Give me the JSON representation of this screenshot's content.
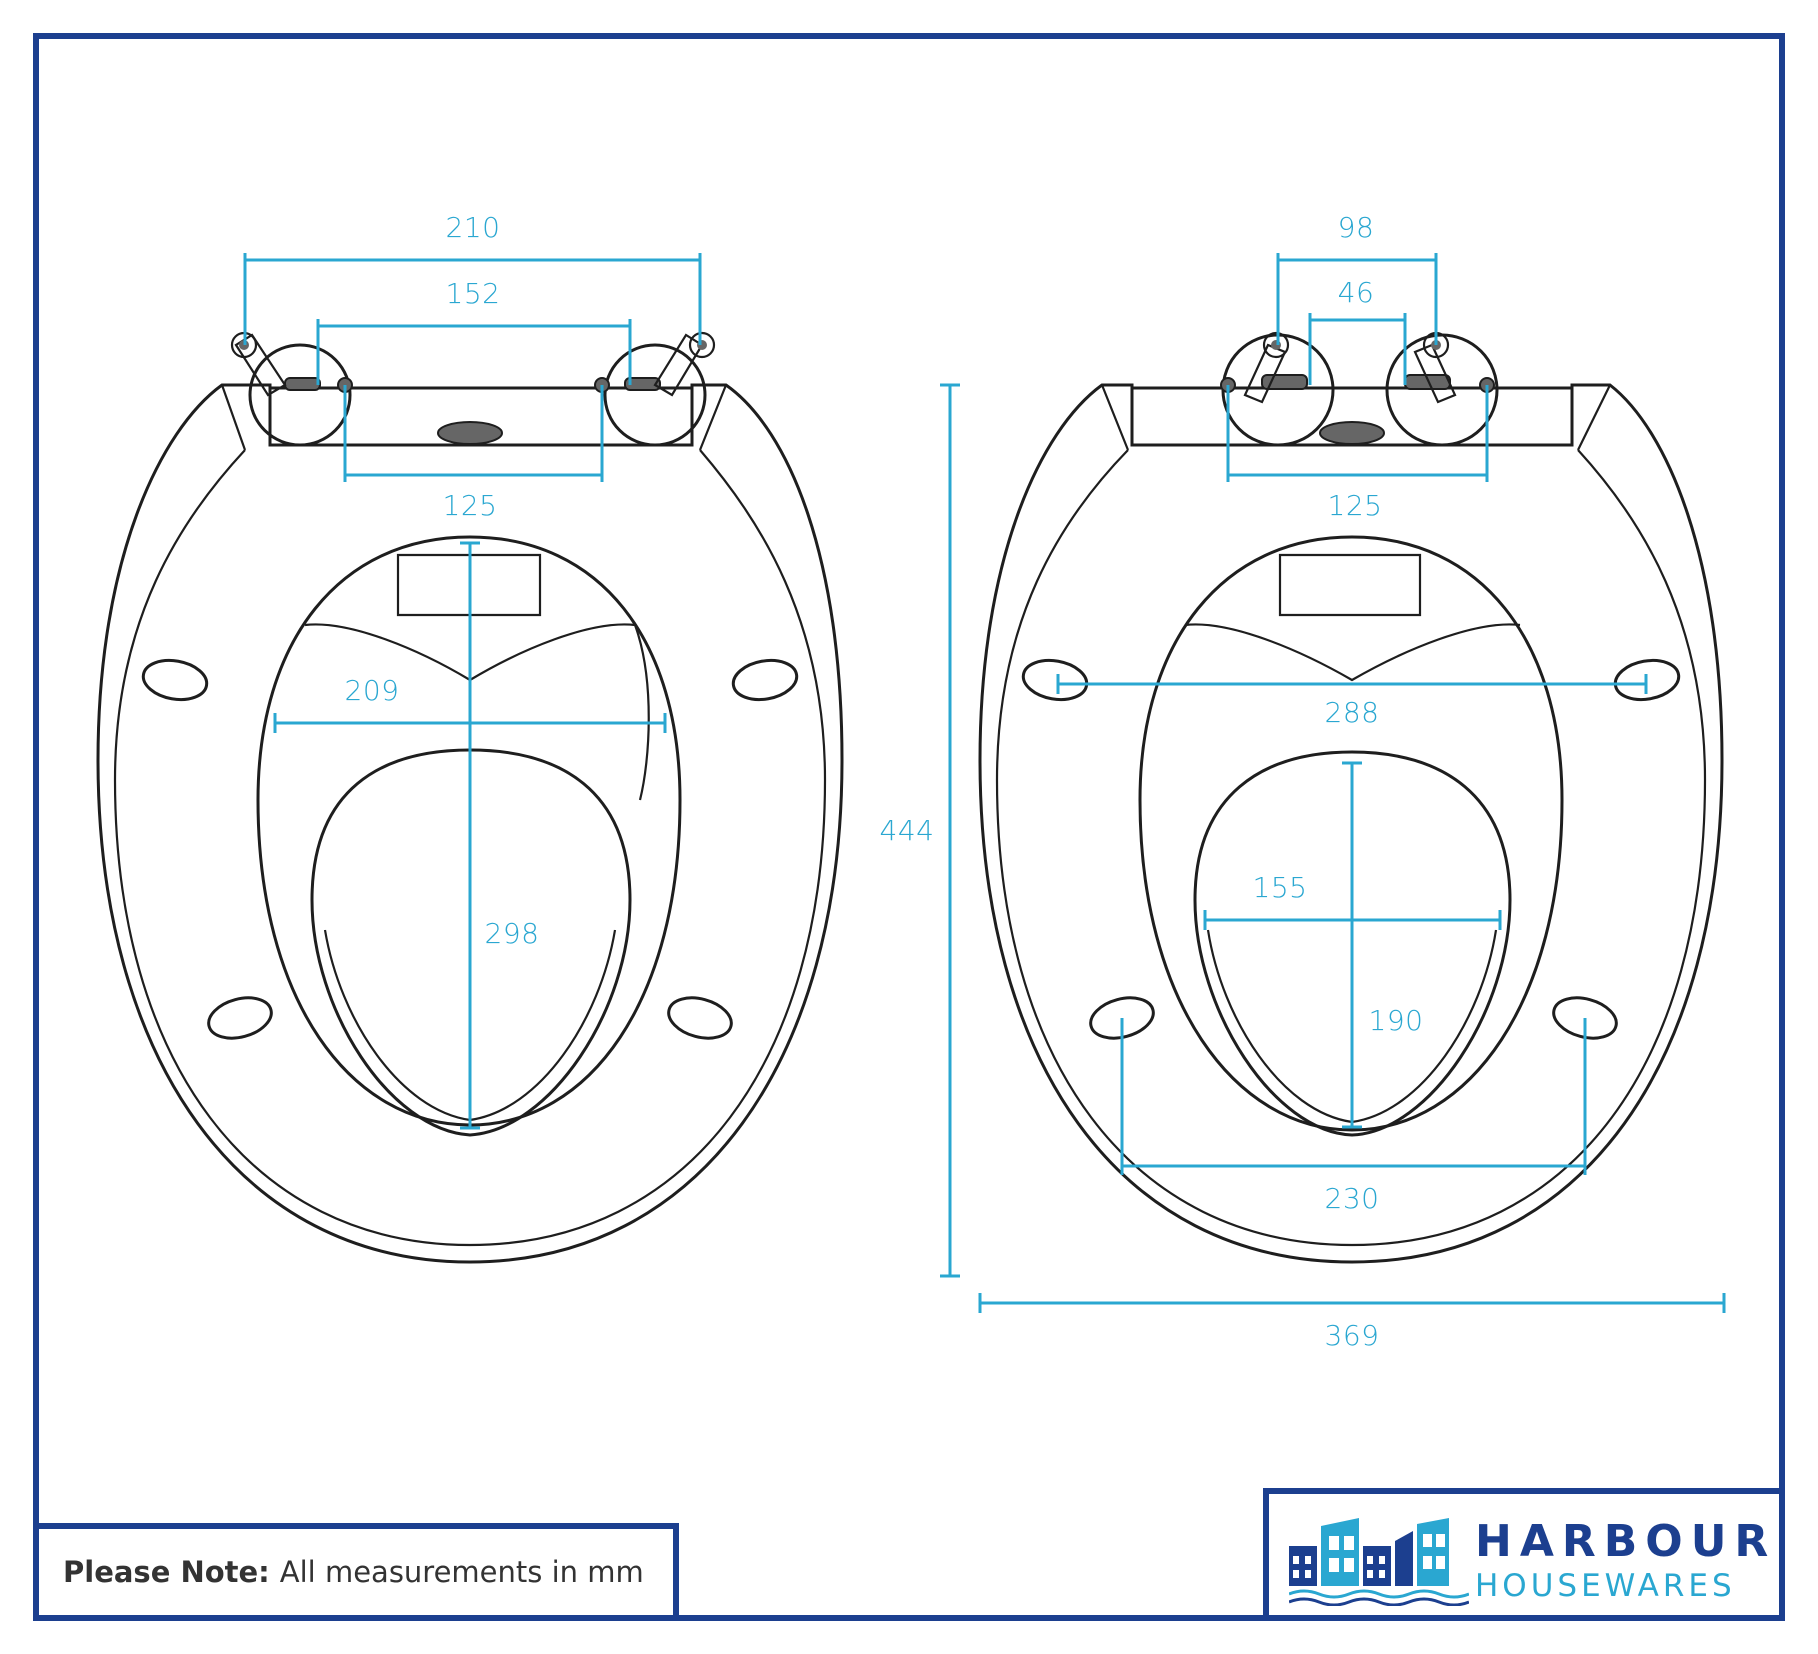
{
  "colors": {
    "frame": "#1c3f8f",
    "dimension": "#2aa7d1",
    "outline": "#1e1e1e",
    "brand_light": "#2aa7d1",
    "brand_dark": "#1c3f8f"
  },
  "left_view": {
    "dims": {
      "hinge_outer": "210",
      "hinge_inner": "152",
      "fixing": "125",
      "opening_width": "209",
      "opening_length": "298"
    }
  },
  "right_view": {
    "dims": {
      "hinge_outer": "98",
      "hinge_inner": "46",
      "fixing": "125",
      "buffer_span": "288",
      "child_width": "155",
      "child_length": "190",
      "rear_buffer_span": "230",
      "overall_length": "444",
      "overall_width": "369"
    }
  },
  "note": {
    "label": "Please Note:",
    "text": "All measurements in mm"
  },
  "logo": {
    "word1": "HARBOUR",
    "word2": "HOUSEWARES",
    "icon": "harbour-houses-logo-icon"
  }
}
